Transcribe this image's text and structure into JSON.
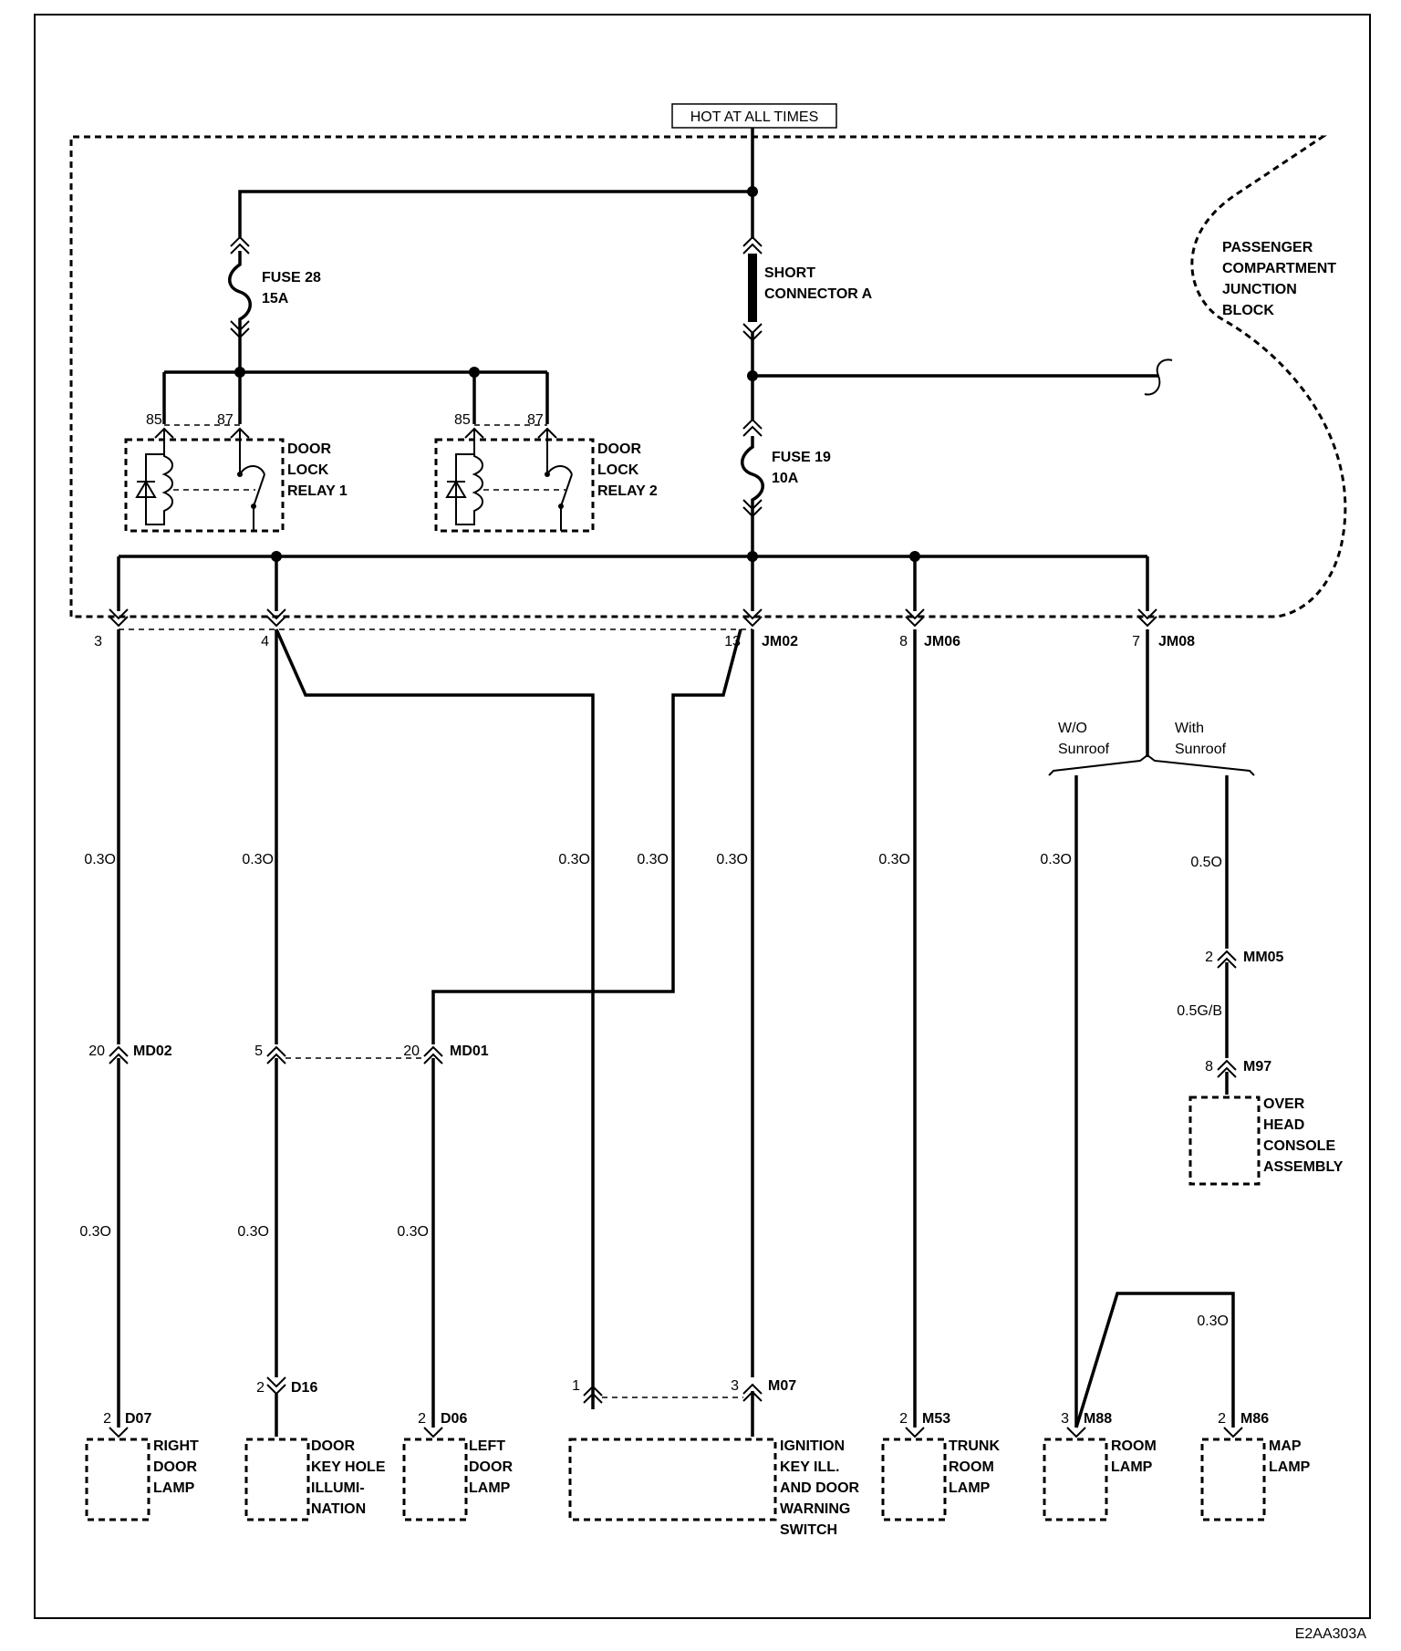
{
  "header": {
    "power_label": "HOT AT ALL TIMES"
  },
  "junction_block": {
    "label_lines": [
      "PASSENGER",
      "COMPARTMENT",
      "JUNCTION",
      "BLOCK"
    ]
  },
  "fuse28": {
    "name": "FUSE 28",
    "rating": "15A"
  },
  "fuse19": {
    "name": "FUSE 19",
    "rating": "10A"
  },
  "short_connector": {
    "lines": [
      "SHORT",
      "CONNECTOR A"
    ]
  },
  "relay1": {
    "lines": [
      "DOOR",
      "LOCK",
      "RELAY 1"
    ],
    "pin_a": "85",
    "pin_b": "87"
  },
  "relay2": {
    "lines": [
      "DOOR",
      "LOCK",
      "RELAY 2"
    ],
    "pin_a": "85",
    "pin_b": "87"
  },
  "connectors": {
    "jm02_pin3": "3",
    "jm02_pin4": "4",
    "jm02_pin13": "13",
    "jm02": "JM02",
    "jm06_pin": "8",
    "jm06": "JM06",
    "jm08_pin": "7",
    "jm08": "JM08",
    "md02_pin": "20",
    "md02": "MD02",
    "md01_pin5": "5",
    "md01_pin20": "20",
    "md01": "MD01",
    "mm05_pin": "2",
    "mm05": "MM05",
    "m97_pin": "8",
    "m97": "M97",
    "d07_pin": "2",
    "d07": "D07",
    "d16_pin": "2",
    "d16": "D16",
    "d06_pin": "2",
    "d06": "D06",
    "m07_pin1": "1",
    "m07_pin3": "3",
    "m07": "M07",
    "m53_pin": "2",
    "m53": "M53",
    "m88_pin": "3",
    "m88": "M88",
    "m86_pin": "2",
    "m86": "M86"
  },
  "sunroof": {
    "without": [
      "W/O",
      "Sunroof"
    ],
    "with": [
      "With",
      "Sunroof"
    ]
  },
  "wire_specs": {
    "w1": "0.3O",
    "w2": "0.3O",
    "w3": "0.3O",
    "w4": "0.3O",
    "w5": "0.3O",
    "w6": "0.3O",
    "w7": "0.3O",
    "w8": "0.5O",
    "w9": "0.5G/B",
    "w10": "0.3O",
    "w11": "0.3O",
    "w12": "0.3O",
    "w13": "0.3O"
  },
  "components": {
    "right_door_lamp": [
      "RIGHT",
      "DOOR",
      "LAMP"
    ],
    "door_key_hole": [
      "DOOR",
      "KEY HOLE",
      "ILLUMI-",
      "NATION"
    ],
    "left_door_lamp": [
      "LEFT",
      "DOOR",
      "LAMP"
    ],
    "ignition_switch": [
      "IGNITION",
      "KEY ILL.",
      "AND DOOR",
      "WARNING",
      "SWITCH"
    ],
    "trunk_room_lamp": [
      "TRUNK",
      "ROOM",
      "LAMP"
    ],
    "room_lamp": [
      "ROOM",
      "LAMP"
    ],
    "map_lamp": [
      "MAP",
      "LAMP"
    ],
    "overhead_console": [
      "OVER",
      "HEAD",
      "CONSOLE",
      "ASSEMBLY"
    ]
  },
  "figure_code": "E2AA303A"
}
